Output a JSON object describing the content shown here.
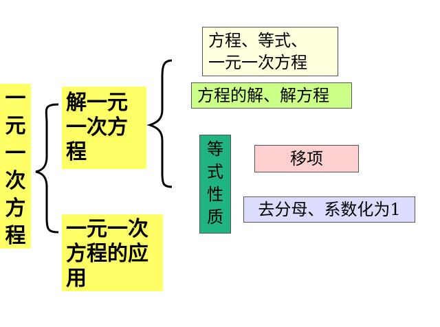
{
  "root": {
    "chars": [
      "一",
      "元",
      "一",
      "次",
      "方",
      "程"
    ]
  },
  "solve": {
    "lines": [
      "解一元",
      "一次方",
      "程"
    ]
  },
  "application": {
    "lines": [
      "一元一次",
      "方程的应",
      "用"
    ]
  },
  "equation_def": {
    "lines": [
      "方程、等式、",
      "一元一次方程"
    ]
  },
  "solution": {
    "text": "方程的解、解方程"
  },
  "properties": {
    "chars": [
      "等",
      "式",
      "性",
      "质"
    ]
  },
  "transpose": {
    "text": "移项"
  },
  "denominator": {
    "text": "去分母、系数化为1"
  },
  "colors": {
    "yellow": "#ffff66",
    "pale_yellow": "#ffffdd",
    "green": "#ccff88",
    "teal": "#1fb482",
    "pink": "#ffd0d0",
    "lavender": "#dcdcff"
  }
}
